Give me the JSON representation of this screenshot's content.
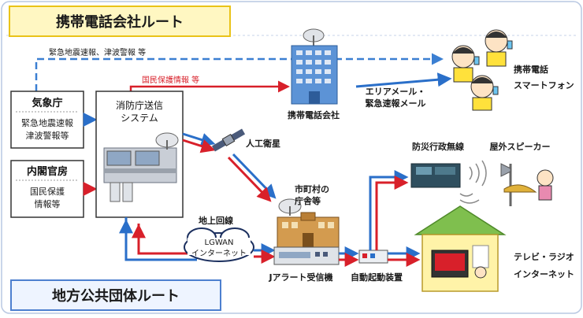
{
  "routes": {
    "mobile_route_title": "携帯電話会社ルート",
    "local_route_title": "地方公共団体ルート"
  },
  "sources": {
    "jma": {
      "title": "気象庁",
      "line1": "緊急地震速報",
      "line2": "津波警報等"
    },
    "cabinet": {
      "title": "内閣官房",
      "line1": "国民保護",
      "line2": "情報等"
    }
  },
  "fdma": {
    "line1": "消防庁送信",
    "line2": "システム"
  },
  "labels": {
    "eew_tsunami": "緊急地震速報、津波警報 等",
    "civil_protection": "国民保護情報 等",
    "carrier": "携帯電話会社",
    "area_mail_1": "エリアメール・",
    "area_mail_2": "緊急速報メール",
    "mobile_1": "携帯電話",
    "mobile_2": "スマートフォン",
    "satellite": "人工衛星",
    "municipal_1": "市町村の",
    "municipal_2": "庁舎等",
    "ground_line": "地上回線",
    "lgwan_1": "LGWAN",
    "lgwan_2": "インターネット",
    "j_alert_receiver": "Jアラート受信機",
    "auto_start": "自動起動装置",
    "disaster_radio": "防災行政無線",
    "outdoor_speaker": "屋外スピーカー",
    "tv_radio_1": "テレビ・ラジオ",
    "tv_radio_2": "インターネット"
  },
  "colors": {
    "blue_arrow": "#2a6fc9",
    "red_arrow": "#d8202a",
    "dashed_blue": "#3b7fd2",
    "mobile_title_bg": "#fff7c2",
    "mobile_title_border": "#e9c318",
    "local_title_bg": "#eef4ff",
    "local_title_border": "#4d7fcf",
    "panel_border": "#9db2d6"
  }
}
